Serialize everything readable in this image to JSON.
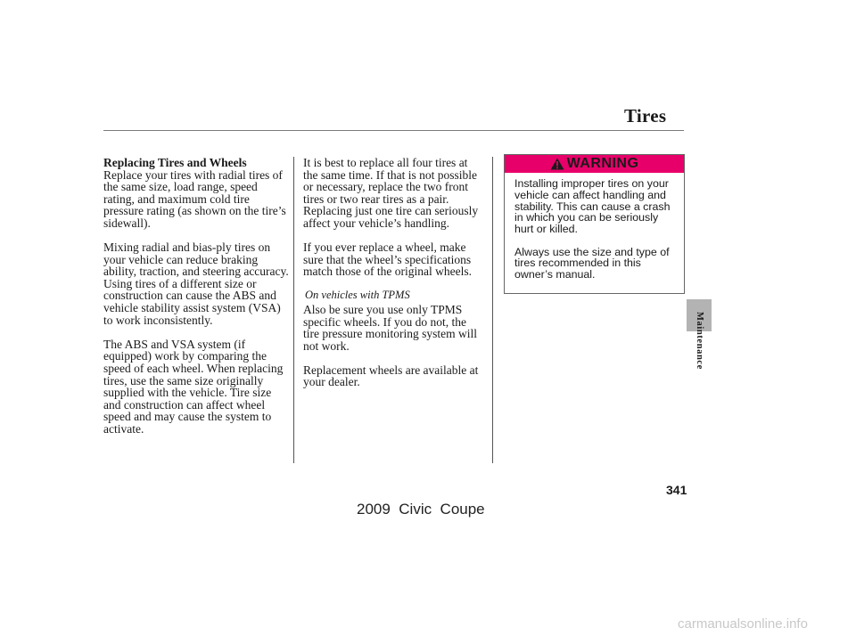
{
  "header": {
    "title": "Tires"
  },
  "left_column": {
    "heading": "Replacing Tires and Wheels",
    "paragraphs": [
      "Replace your tires with radial tires of the same size, load range, speed rating, and maximum cold tire pressure rating (as shown on the tire’s sidewall).",
      "Mixing radial and bias-ply tires on your vehicle can reduce braking ability, traction, and steering accuracy. Using tires of a different size or construction can cause the ABS and vehicle stability assist system (VSA) to work inconsistently.",
      "The ABS and VSA system (if equipped) work by comparing the speed of each wheel. When replacing tires, use the same size originally supplied with the vehicle. Tire size and construction can affect wheel speed and may cause the system to activate."
    ]
  },
  "middle_column": {
    "paragraphs": [
      "It is best to replace all four tires at the same time. If that is not possible or necessary, replace the two front tires or two rear tires as a pair. Replacing just one tire can seriously affect your vehicle’s handling.",
      "If you ever replace a wheel, make sure that the wheel’s specifications match those of the original wheels."
    ],
    "tpms_label": "On vehicles with TPMS",
    "tpms_paragraphs": [
      "Also be sure you use only TPMS specific wheels. If you do not, the tire pressure monitoring system will not work.",
      "Replacement wheels are available at your dealer."
    ]
  },
  "warning": {
    "label": "WARNING",
    "icon": "warning-triangle-icon",
    "header_color": "#e8006a",
    "paragraphs": [
      "Installing improper tires on your vehicle can affect handling and stability. This can cause a crash in which you can be seriously hurt or killed.",
      "Always use the size and type of tires recommended in this owner’s manual."
    ]
  },
  "side_tab": {
    "label": "Maintenance"
  },
  "page_number": "341",
  "footer": {
    "model": "2009  Civic  Coupe"
  },
  "watermark": "carmanualsonline.info"
}
